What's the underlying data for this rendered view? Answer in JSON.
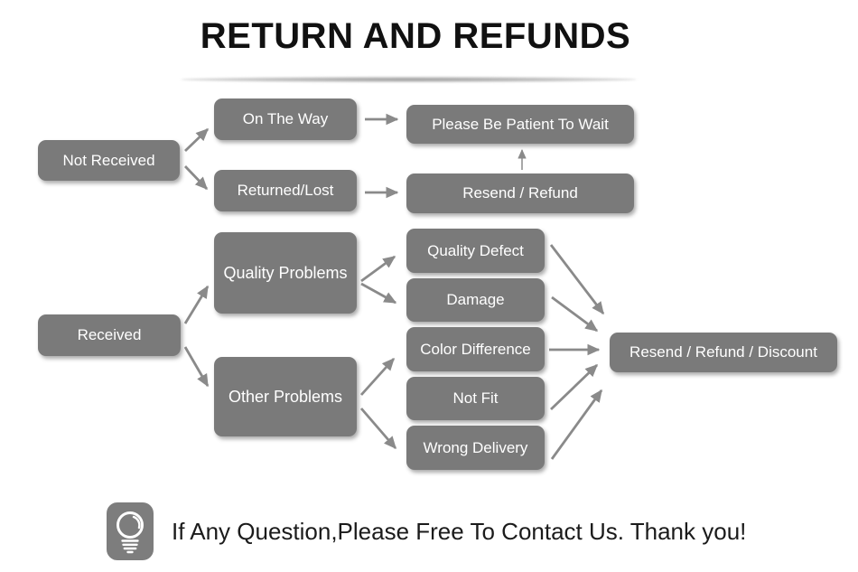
{
  "title": "RETURN AND REFUNDS",
  "flow": {
    "not_received": "Not Received",
    "on_the_way": "On The Way",
    "returned_lost": "Returned/Lost",
    "please_wait": "Please Be Patient To Wait",
    "resend_refund": "Resend / Refund",
    "received": "Received",
    "quality_problems": "Quality Problems",
    "other_problems": "Other Problems",
    "quality_defect": "Quality Defect",
    "damage": "Damage",
    "color_difference": "Color Difference",
    "not_fit": "Not Fit",
    "wrong_delivery": "Wrong Delivery",
    "resend_refund_discount": "Resend / Refund / Discount"
  },
  "connections": [
    {
      "from": "Not Received",
      "to": "On The Way"
    },
    {
      "from": "Not Received",
      "to": "Returned/Lost"
    },
    {
      "from": "On The Way",
      "to": "Please Be Patient To Wait"
    },
    {
      "from": "Returned/Lost",
      "to": "Resend / Refund"
    },
    {
      "from": "Resend / Refund",
      "to": "Please Be Patient To Wait"
    },
    {
      "from": "Received",
      "to": "Quality Problems"
    },
    {
      "from": "Received",
      "to": "Other Problems"
    },
    {
      "from": "Quality Problems",
      "to": "Quality Defect"
    },
    {
      "from": "Quality Problems",
      "to": "Damage"
    },
    {
      "from": "Other Problems",
      "to": "Color Difference"
    },
    {
      "from": "Other Problems",
      "to": "Wrong Delivery"
    },
    {
      "from": "Quality Defect",
      "to": "Resend / Refund / Discount"
    },
    {
      "from": "Damage",
      "to": "Resend / Refund / Discount"
    },
    {
      "from": "Color Difference",
      "to": "Resend / Refund / Discount"
    },
    {
      "from": "Not Fit",
      "to": "Resend / Refund / Discount"
    },
    {
      "from": "Wrong Delivery",
      "to": "Resend / Refund / Discount"
    }
  ],
  "footer": {
    "icon": "lightbulb-icon",
    "message": "If Any Question,Please Free To Contact Us. Thank you!"
  },
  "colors": {
    "node_fill": "#7a7a7a",
    "node_text": "#ffffff",
    "arrow": "#8a8a8a",
    "title_text": "#111111",
    "background": "#ffffff"
  }
}
